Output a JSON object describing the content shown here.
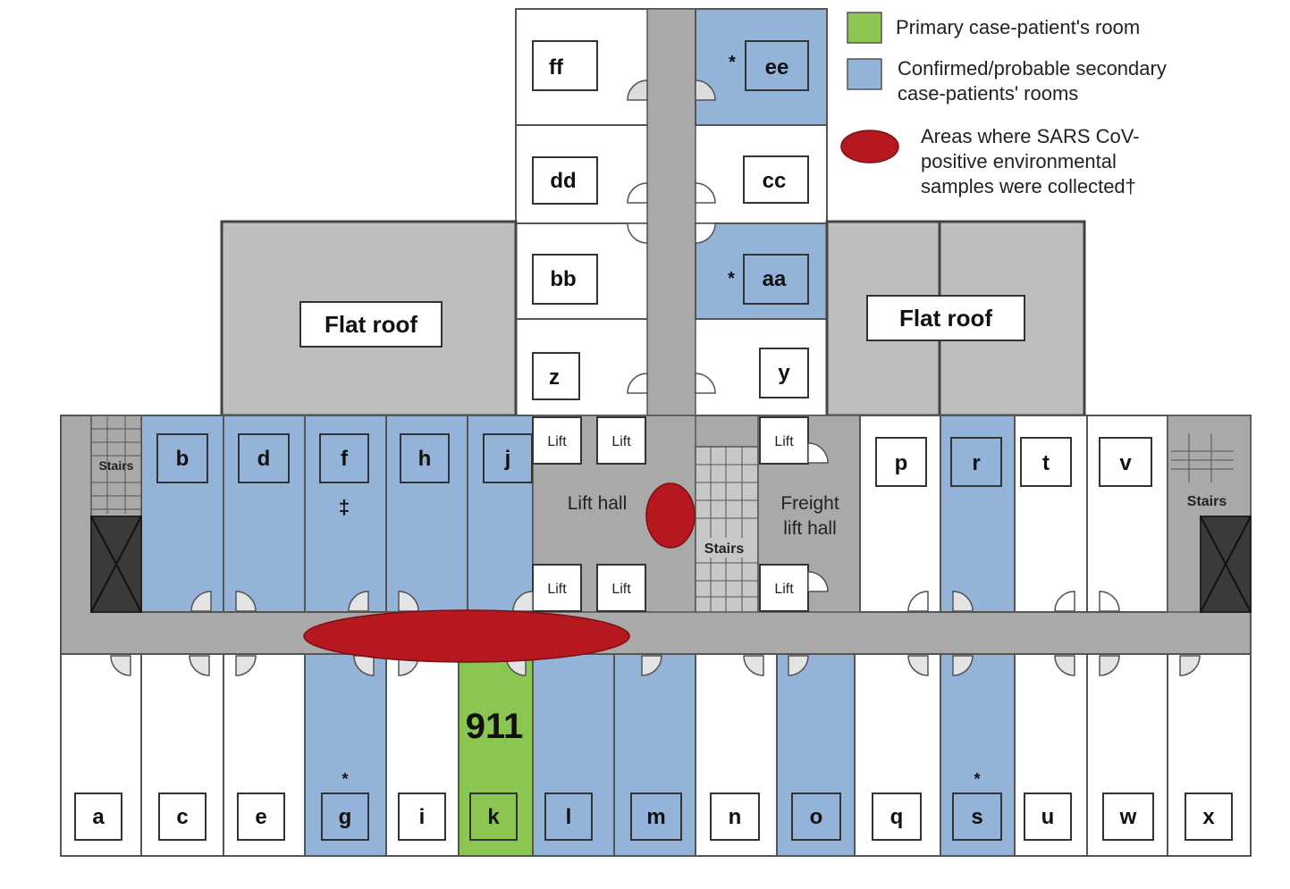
{
  "colors": {
    "primary": "#8cc652",
    "secondary": "#94b3d8",
    "environmental": "#b5181f",
    "corridor": "#a9a9a9",
    "roof": "#bebebe",
    "white_room": "#ffffff"
  },
  "legend": {
    "primary": "Primary case-patient's room",
    "secondary_line1": "Confirmed/probable secondary",
    "secondary_line2": "case-patients' rooms",
    "env_line1": "Areas where SARS CoV-",
    "env_line2": "positive environmental",
    "env_line3": "samples were collected†"
  },
  "areas": {
    "flat_roof_left": "Flat roof",
    "flat_roof_right": "Flat roof",
    "lift_hall": "Lift hall",
    "freight_line1": "Freight",
    "freight_line2": "lift hall",
    "lift": "Lift",
    "stairs": "Stairs"
  },
  "room_911": "911",
  "markers": {
    "asterisk": "*",
    "double_dagger": "‡"
  },
  "rooms": {
    "north_top": [
      {
        "id": "ff",
        "status": "none"
      },
      {
        "id": "ee",
        "status": "secondary",
        "mark": "*"
      },
      {
        "id": "dd",
        "status": "none"
      },
      {
        "id": "cc",
        "status": "none"
      },
      {
        "id": "bb",
        "status": "none"
      },
      {
        "id": "aa",
        "status": "secondary",
        "mark": "*"
      },
      {
        "id": "z",
        "status": "none"
      },
      {
        "id": "y",
        "status": "none"
      }
    ],
    "upper_row": [
      {
        "id": "b",
        "status": "secondary"
      },
      {
        "id": "d",
        "status": "secondary"
      },
      {
        "id": "f",
        "status": "secondary",
        "mark": "‡"
      },
      {
        "id": "h",
        "status": "secondary"
      },
      {
        "id": "j",
        "status": "secondary"
      },
      {
        "id": "p",
        "status": "none"
      },
      {
        "id": "r",
        "status": "secondary"
      },
      {
        "id": "t",
        "status": "none"
      },
      {
        "id": "v",
        "status": "none"
      }
    ],
    "lower_row": [
      {
        "id": "a",
        "status": "none"
      },
      {
        "id": "c",
        "status": "none"
      },
      {
        "id": "e",
        "status": "none"
      },
      {
        "id": "g",
        "status": "secondary",
        "mark": "*"
      },
      {
        "id": "i",
        "status": "none"
      },
      {
        "id": "k",
        "status": "primary"
      },
      {
        "id": "l",
        "status": "secondary"
      },
      {
        "id": "m",
        "status": "secondary"
      },
      {
        "id": "n",
        "status": "none"
      },
      {
        "id": "o",
        "status": "secondary"
      },
      {
        "id": "q",
        "status": "none"
      },
      {
        "id": "s",
        "status": "secondary",
        "mark": "*"
      },
      {
        "id": "u",
        "status": "none"
      },
      {
        "id": "w",
        "status": "none"
      },
      {
        "id": "x",
        "status": "none"
      }
    ]
  }
}
